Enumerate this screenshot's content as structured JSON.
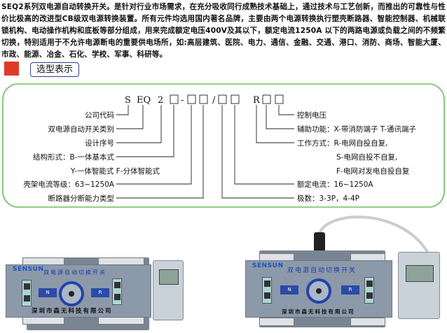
{
  "intro": "SEQ2系列双电源自动转换开关。是针对行业市场需求，在充分吸收同行成熟技术基础上，通过技术与工艺创新，而推出的可靠性与性价比极高的改进型CB级双电源转换装置。所有元件均选用国内著名品牌，主要由两个电源转换执行塑壳断路器、智能控制器、机械联锁机构、电动操作机构和底板等部分组成，用来完成额定电压400V及其以下，额定电流1250A 以下的两路电源或负载之间的不频繁切换，特别适用于不允许电源断电的重要供电场所，如:高层建筑、医院、电力、通信、金融、交通、港口、消防、商场、智能大厦、市政、能源、冶金、石化、学校、军事、科研等。",
  "section_title": "选型表示",
  "model_code": {
    "s": "S",
    "eq": "EQ",
    "two": "2",
    "dash": "-",
    "slash": "/",
    "r": "R"
  },
  "left_labels": [
    "公司代码",
    "双电源自动开关类别",
    "设计序号",
    "结构形式：B-一体基本式",
    "Y-一体智能式 F-分体智能式",
    "壳架电流等级：63~1250A",
    "断路器分断能力类型"
  ],
  "right_labels": [
    "控制电压",
    "辅助功能：X-带消防端子 T-通讯端子",
    "工作方式：R-电网自投自复,",
    "S-电网自投不自复,",
    "F-电网对发电自投自复",
    "额定电流：16~1250A",
    "极数：3-3P，4-4P"
  ],
  "products": [
    {
      "brand": "SENSUN",
      "title": "双电源自动切换开关",
      "company": "深圳市森无科技有限公司",
      "n": "N",
      "r": "R"
    },
    {
      "brand": "SENSUN",
      "title": "双电源自动切换开关",
      "company": "深圳市森无科技有限公司",
      "n": "N",
      "r": "R"
    }
  ],
  "colors": {
    "accent": "#e03a2a",
    "frame": "#5cb85c",
    "blue": "#2f3f8a"
  }
}
